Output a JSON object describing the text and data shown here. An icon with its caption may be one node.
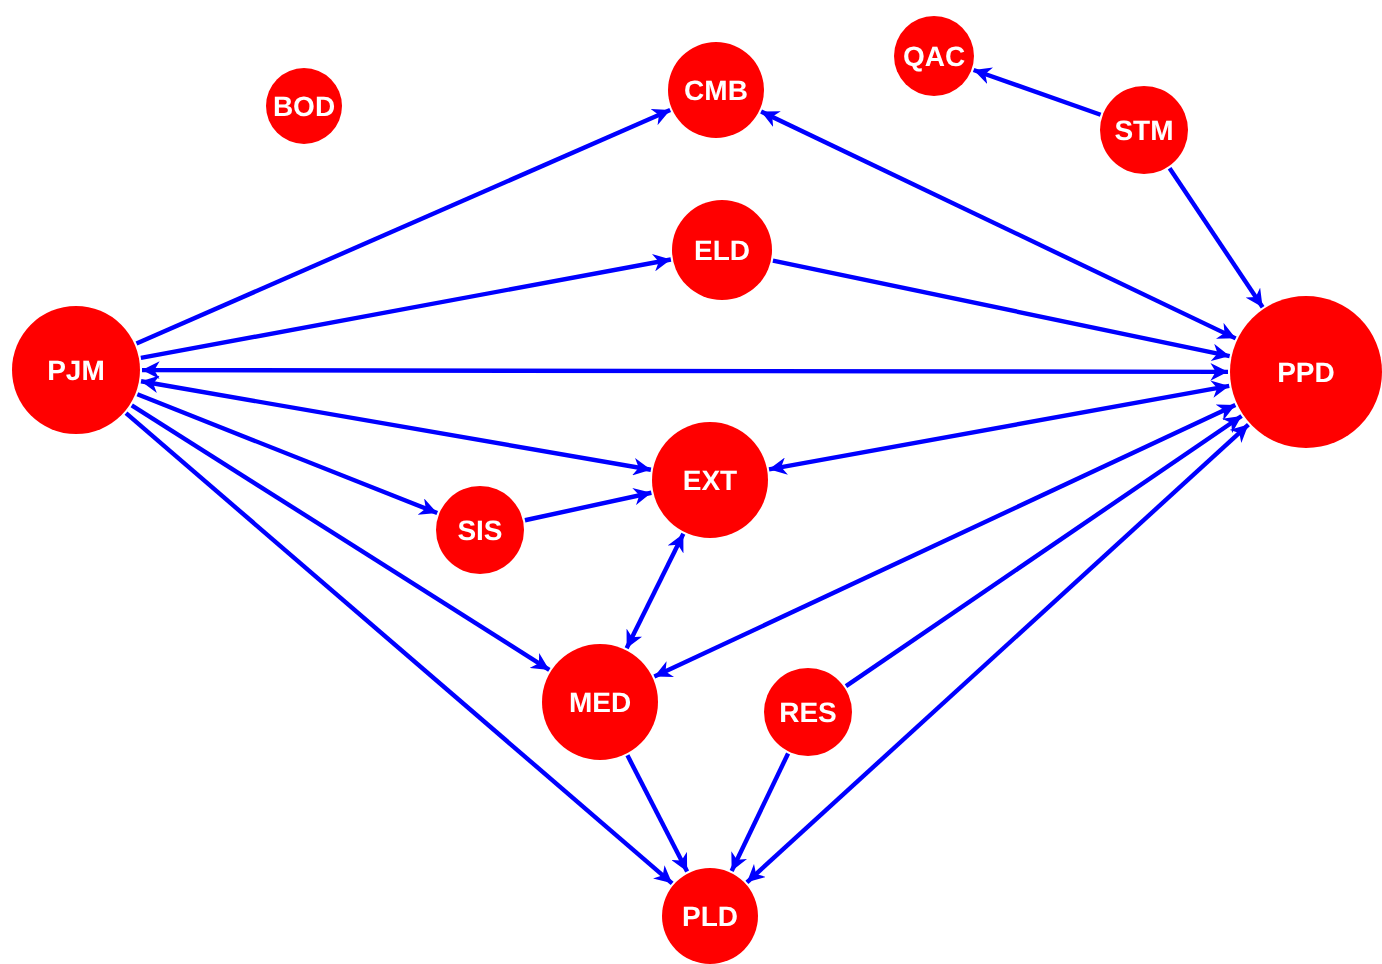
{
  "diagram": {
    "nodes": [
      {
        "text": [
          "BOD"
        ]
      },
      {
        "text": [
          "CMB"
        ]
      },
      {
        "text": [
          "QAC"
        ]
      },
      {
        "text": [
          "STM"
        ]
      },
      {
        "text": [
          "ELD"
        ]
      },
      {
        "text": [
          "PJM"
        ]
      },
      {
        "text": [
          "PPD"
        ]
      },
      {
        "text": [
          "EXT"
        ]
      },
      {
        "text": [
          "SIS"
        ]
      },
      {
        "text": [
          "MED"
        ]
      },
      {
        "text": [
          "RES"
        ]
      },
      {
        "text": [
          "PLD"
        ]
      }
    ],
    "edges": [
      {
        "from": 3,
        "to": 2,
        "arrow": "to"
      },
      {
        "from": 3,
        "to": 6,
        "arrow": "to"
      },
      {
        "from": 5,
        "to": 1,
        "arrow": "to"
      },
      {
        "from": 5,
        "to": 4,
        "arrow": "to"
      },
      {
        "from": 4,
        "to": 6,
        "arrow": "to"
      },
      {
        "from": 6,
        "to": 1,
        "arrow": "both"
      },
      {
        "from": 5,
        "to": 6,
        "arrow": "both"
      },
      {
        "from": 5,
        "to": 7,
        "arrow": "both"
      },
      {
        "from": 6,
        "to": 7,
        "arrow": "both"
      },
      {
        "from": 5,
        "to": 8,
        "arrow": "to"
      },
      {
        "from": 8,
        "to": 7,
        "arrow": "to"
      },
      {
        "from": 5,
        "to": 9,
        "arrow": "to"
      },
      {
        "from": 5,
        "to": 11,
        "arrow": "to"
      },
      {
        "from": 7,
        "to": 9,
        "arrow": "both"
      },
      {
        "from": 6,
        "to": 9,
        "arrow": "both"
      },
      {
        "from": 10,
        "to": 6,
        "arrow": "to"
      },
      {
        "from": 10,
        "to": 11,
        "arrow": "to"
      },
      {
        "from": 9,
        "to": 11,
        "arrow": "to"
      },
      {
        "from": 6,
        "to": 11,
        "arrow": "both"
      }
    ]
  }
}
